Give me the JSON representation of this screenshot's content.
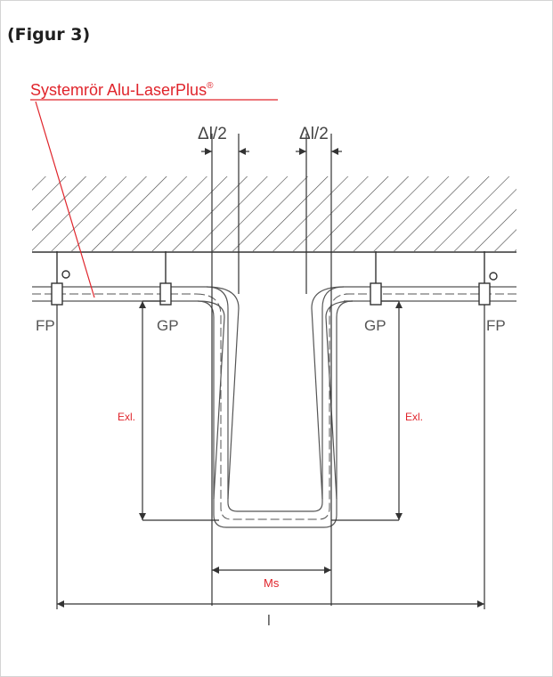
{
  "figure": {
    "title": "(Figur 3)",
    "pipe_label": "Systemrör Alu-LaserPlus",
    "pipe_label_mark": "®",
    "delta_left": "Δl/2",
    "delta_right": "Δl/2",
    "fp_left": "FP",
    "gp_left": "GP",
    "gp_right": "GP",
    "fp_right": "FP",
    "exl_left": "Exl.",
    "exl_right": "Exl.",
    "ms": "Ms",
    "length": "l"
  },
  "colors": {
    "accent_red": "#e0242b",
    "line": "#333333",
    "text_gray": "#555555"
  }
}
